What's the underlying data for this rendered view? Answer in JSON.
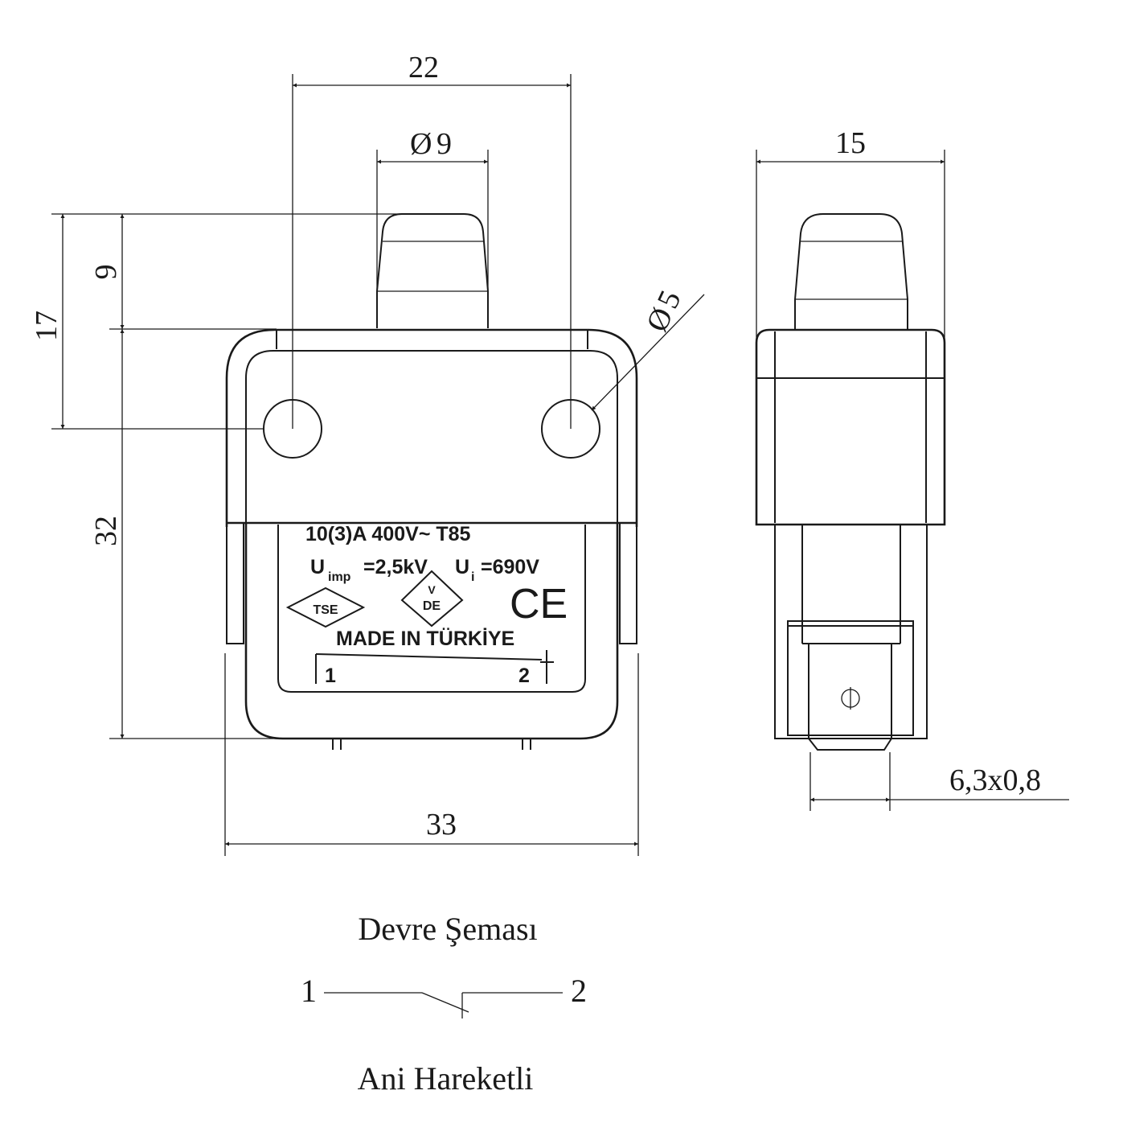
{
  "dimensions": {
    "top_width": "22",
    "button_diameter": "9",
    "hole_diameter": "5",
    "side_width": "15",
    "height_total": "17",
    "button_height": "9",
    "body_height": "32",
    "body_width": "33",
    "terminal": "6,3x0,8",
    "phi_symbol": "Ø"
  },
  "label": {
    "rating": "10(3)A 400V~  T85",
    "uimp_prefix": "U",
    "uimp_sub": "imp",
    "uimp_value": "=2,5kV",
    "ui_prefix": "U",
    "ui_sub": "i",
    "ui_value": "=690V",
    "tse": "TSE",
    "vde_v": "V",
    "vde_de": "DE",
    "ce": "CE",
    "made_in": "MADE IN TÜRKİYE",
    "terminal_1": "1",
    "terminal_2": "2"
  },
  "schema": {
    "title": "Devre Şeması",
    "pin_1": "1",
    "pin_2": "2",
    "subtitle": "Ani Hareketli"
  }
}
